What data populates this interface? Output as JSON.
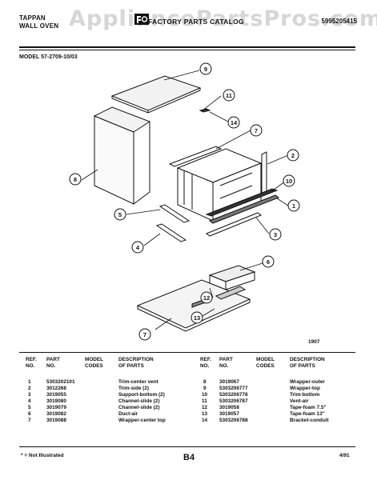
{
  "header": {
    "brand_line1": "TAPPAN",
    "brand_line2": "WALL OVEN",
    "catalog_title": "FACTORY PARTS CATALOG",
    "watermark": "AppliancePartsPros.com",
    "part_number": "5995205415"
  },
  "model": "MODEL 57-2709-10/03",
  "diagram": {
    "code": "1907",
    "callouts": [
      "9",
      "11",
      "14",
      "7",
      "8",
      "2",
      "10",
      "1",
      "5",
      "3",
      "4",
      "6",
      "12",
      "13",
      "7"
    ]
  },
  "table": {
    "headers": {
      "ref": [
        "REF.",
        "NO."
      ],
      "part": [
        "PART",
        "NO."
      ],
      "model": [
        "MODEL",
        "CODES"
      ],
      "desc": [
        "DESCRIPTION",
        "OF PARTS"
      ]
    },
    "left_rows": [
      {
        "ref": "1",
        "part": "5303202101",
        "desc": "Trim-center vent"
      },
      {
        "ref": "2",
        "part": "3012268",
        "desc": "Trim-side (2)"
      },
      {
        "ref": "3",
        "part": "3019055",
        "desc": "Support-bottom (2)"
      },
      {
        "ref": "4",
        "part": "3019080",
        "desc": "Channel-slide (2)"
      },
      {
        "ref": "5",
        "part": "3019079",
        "desc": "Channel-slide (2)"
      },
      {
        "ref": "6",
        "part": "3019082",
        "desc": "Duct-air"
      },
      {
        "ref": "7",
        "part": "3019088",
        "desc": "Wrapper-center top"
      }
    ],
    "right_rows": [
      {
        "ref": "8",
        "part": "3019067",
        "desc": "Wrapper-outer"
      },
      {
        "ref": "9",
        "part": "5303206777",
        "desc": "Wrapper-top"
      },
      {
        "ref": "10",
        "part": "5303206778",
        "desc": "Trim-bottom"
      },
      {
        "ref": "11",
        "part": "5303206787",
        "desc": "Vent-air"
      },
      {
        "ref": "12",
        "part": "3019058",
        "desc": "Tape-foam 7.5\""
      },
      {
        "ref": "13",
        "part": "3019057",
        "desc": "Tape-foam 13\""
      },
      {
        "ref": "14",
        "part": "5303206788",
        "desc": "Bracket-conduit"
      }
    ]
  },
  "footer": {
    "footnote": "* = Not Illustrated",
    "page": "B4",
    "date": "4/91"
  }
}
